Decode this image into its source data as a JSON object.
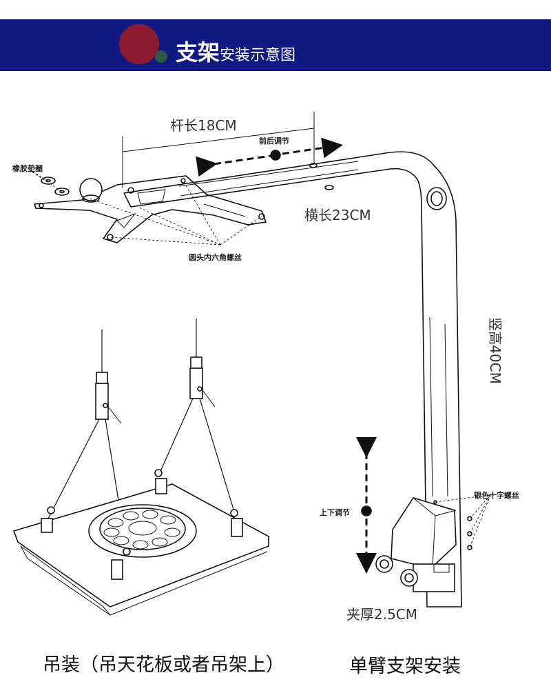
{
  "header": {
    "title_big": "支架",
    "title_small": "安装示意图",
    "bg_color": "#101a82",
    "dot_big_color": "#8c1a2e",
    "dot_small_color": "#2d5a46"
  },
  "bracket": {
    "rod_length": "杆长18CM",
    "front_back_adjust": "前后调节",
    "rubber_washer": "橡胶垫圈",
    "horizontal_length": "横长23CM",
    "round_hex_screw": "圆头内六角螺丝",
    "vertical_height": "竖高40CM",
    "silver_cross_screw": "银色十字螺丝",
    "up_down_adjust": "上下调节",
    "clamp_thickness": "夹厚2.5CM"
  },
  "captions": {
    "hanging": "吊装（吊天花板或者吊架上）",
    "single_arm": "单臂支架安装"
  }
}
